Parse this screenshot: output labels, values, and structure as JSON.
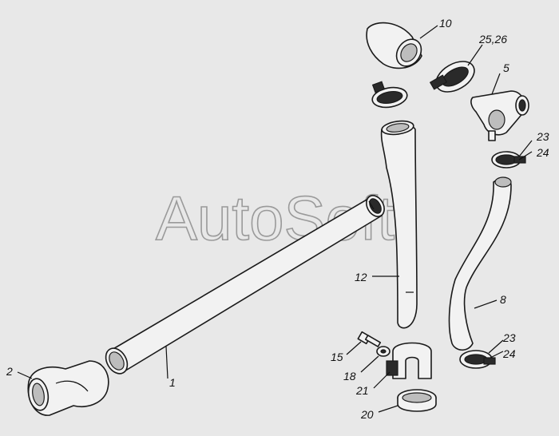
{
  "watermark": "AutoSoft",
  "callouts": {
    "c1": "1",
    "c2": "2",
    "c5": "5",
    "c8": "8",
    "c10": "10",
    "c12": "12",
    "c15": "15",
    "c18": "18",
    "c20": "20",
    "c21": "21",
    "c23a": "23",
    "c24a": "24",
    "c23b": "23",
    "c24b": "24",
    "c2526": "25,26"
  },
  "colors": {
    "background": "#e8e8e8",
    "line": "#1a1a1a",
    "watermark": "#9a9a9a"
  }
}
